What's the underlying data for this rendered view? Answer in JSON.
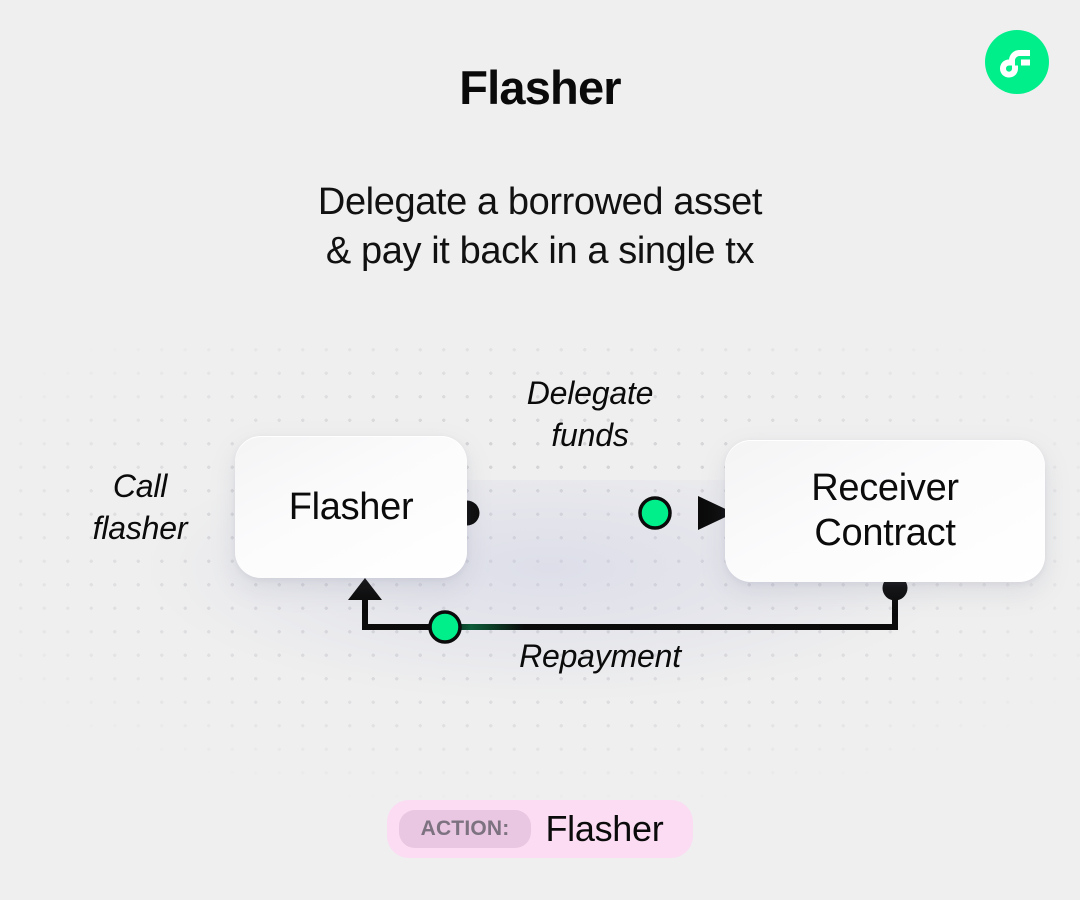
{
  "page": {
    "background_color": "#efefef",
    "title": "Flasher",
    "subtitle_line1": "Delegate a borrowed asset",
    "subtitle_line2": "& pay it back in a single tx"
  },
  "logo": {
    "name": "flow-logo",
    "circle_color": "#00ef8b",
    "mark_color": "#ffffff"
  },
  "diagram": {
    "nodes": [
      {
        "id": "flasher",
        "label": "Flasher"
      },
      {
        "id": "receiver",
        "label_line1": "Receiver",
        "label_line2": "Contract"
      }
    ],
    "labels": {
      "call_line1": "Call",
      "call_line2": "flasher",
      "delegate_line1": "Delegate",
      "delegate_line2": "funds",
      "repayment": "Repayment"
    },
    "colors": {
      "accent_green": "#00ef8b",
      "wire": "#0b0b0b",
      "dot": "#d3d3d6"
    }
  },
  "action_badge": {
    "prefix": "ACTION:",
    "value": "Flasher",
    "pill_color": "#fbdcf3",
    "inner_pill_color": "#e9c6e1",
    "prefix_text_color": "#7c7280"
  }
}
